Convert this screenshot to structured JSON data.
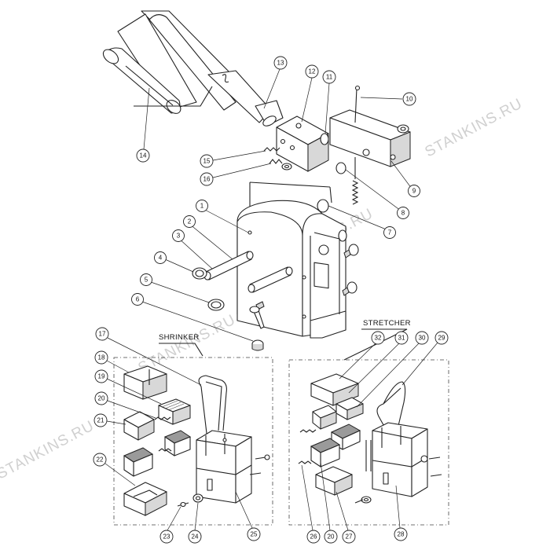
{
  "watermark": {
    "text": "STANKINS.RU"
  },
  "groups": {
    "shrinker": "SHRINKER",
    "stretcher": "STRETCHER"
  },
  "callouts": [
    "1",
    "2",
    "3",
    "4",
    "5",
    "6",
    "7",
    "8",
    "9",
    "10",
    "11",
    "12",
    "13",
    "14",
    "15",
    "16",
    "17",
    "18",
    "19",
    "20",
    "21",
    "22",
    "23",
    "24",
    "25",
    "26",
    "20",
    "27",
    "28",
    "29",
    "30",
    "31",
    "32"
  ]
}
